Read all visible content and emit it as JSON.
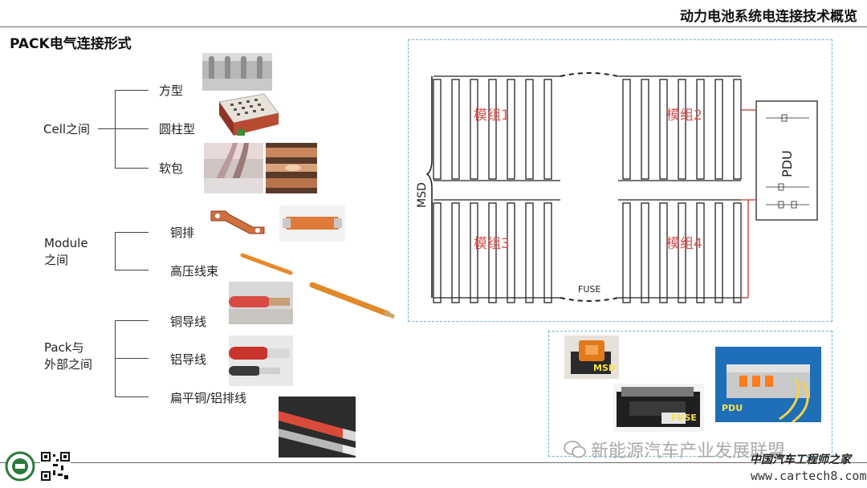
{
  "header": {
    "title": "动力电池系统电连接技术概览"
  },
  "section_title": "PACK电气连接形式",
  "groups": {
    "cell": {
      "label": "Cell之间",
      "items": [
        "方型",
        "圆柱型",
        "软包"
      ]
    },
    "module": {
      "label_line1": "Module",
      "label_line2": "之间",
      "items": [
        "铜排",
        "高压线束"
      ]
    },
    "pack": {
      "label_line1": "Pack与",
      "label_line2": "外部之间",
      "items": [
        "铜导线",
        "铝导线",
        "扁平铜/铝排线"
      ]
    }
  },
  "diagram": {
    "modules": [
      "模组1",
      "模组2",
      "模组3",
      "模组4"
    ],
    "msd_label": "MSD",
    "pdu_label": "PDU",
    "fuse_label": "FUSE"
  },
  "photos": {
    "msd": "MSD",
    "fuse": "FUSE",
    "pdu": "PDU"
  },
  "footer": {
    "watermark": "新能源汽车产业发展联盟",
    "site_cn": "中国汽车工程师之家",
    "site_url": "www.cartech8.com"
  }
}
